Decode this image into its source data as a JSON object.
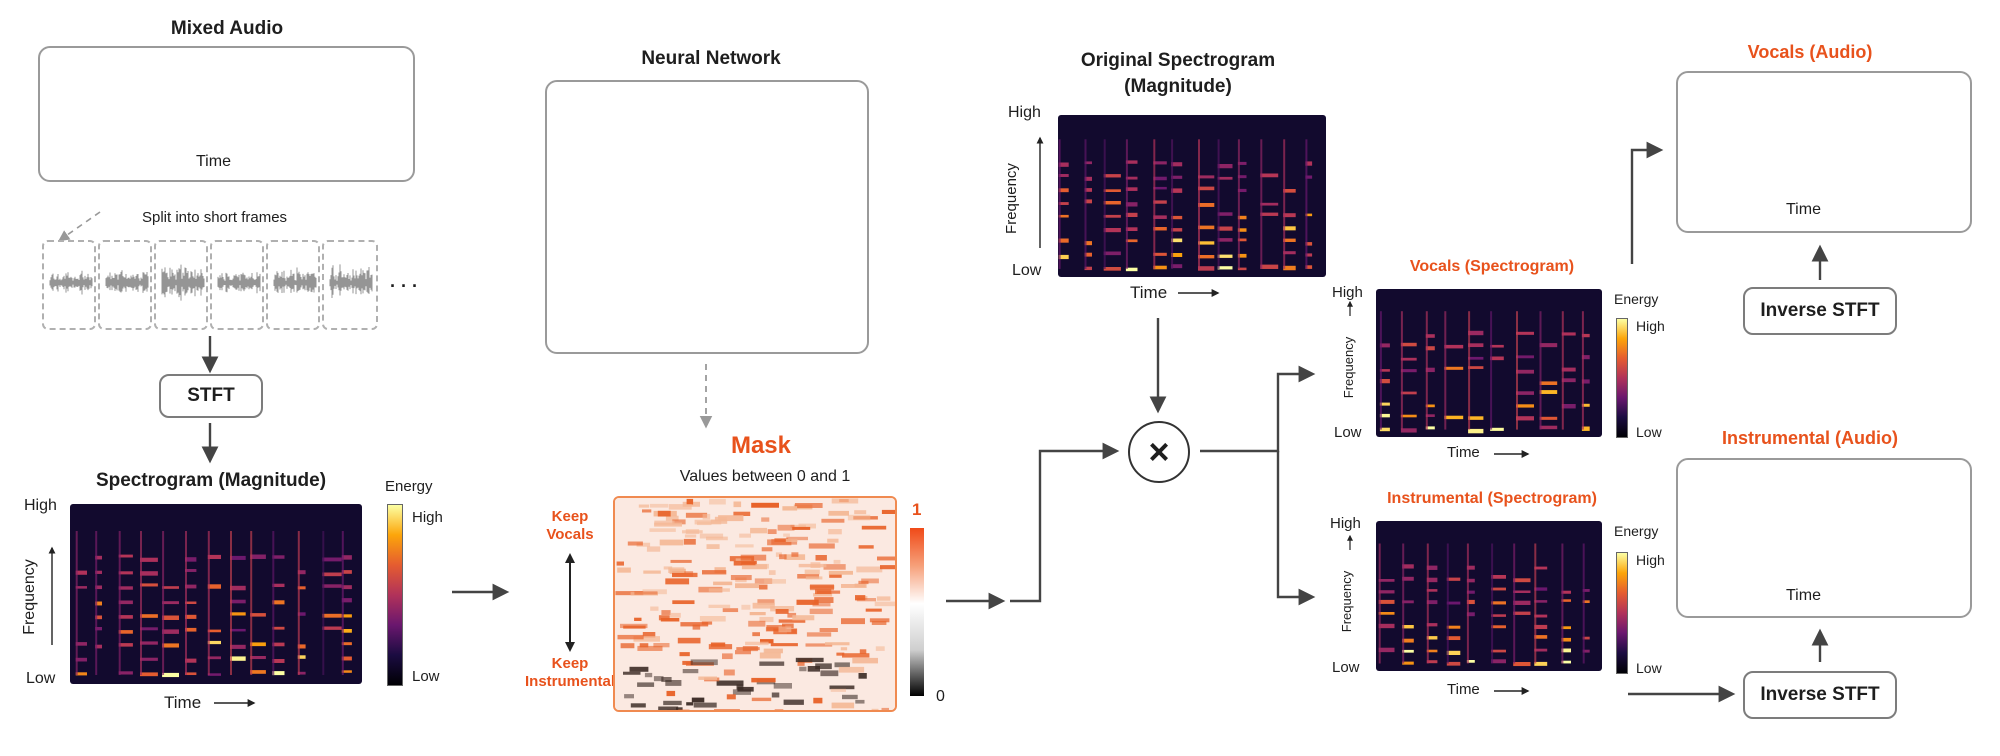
{
  "mixed_audio": {
    "title": "Mixed Audio",
    "time_label": "Time"
  },
  "frames": {
    "split_label": "Split into short frames",
    "ellipsis": "· · ·"
  },
  "stft": {
    "label": "STFT"
  },
  "input_spectrogram": {
    "title": "Spectrogram (Magnitude)",
    "y_high": "High",
    "y_low": "Low",
    "y_axis": "Frequency",
    "x_axis": "Time",
    "energy": "Energy",
    "energy_high": "High",
    "energy_low": "Low"
  },
  "neural_network": {
    "title": "Neural Network",
    "vdots": "⋮"
  },
  "mask": {
    "title": "Mask",
    "subtitle": "Values between 0 and 1",
    "keep_vocals": "Keep\nVocals",
    "keep_instrumental": "Keep\nInstrumental",
    "scale_max": "1",
    "scale_min": "0"
  },
  "original_spectrogram": {
    "title": "Original Spectrogram\n(Magnitude)",
    "y_high": "High",
    "y_low": "Low",
    "y_axis": "Frequency",
    "x_axis": "Time"
  },
  "multiply": {
    "symbol": "×"
  },
  "vocals_spectrogram": {
    "title": "Vocals (Spectrogram)",
    "y_high": "High",
    "y_low": "Low",
    "y_axis": "Frequency",
    "x_axis": "Time",
    "energy": "Energy",
    "energy_high": "High",
    "energy_low": "Low"
  },
  "instrumental_spectrogram": {
    "title": "Instrumental (Spectrogram)",
    "y_high": "High",
    "y_low": "Low",
    "y_axis": "Frequency",
    "x_axis": "Time",
    "energy": "Energy",
    "energy_high": "High",
    "energy_low": "Low"
  },
  "vocals_audio": {
    "title": "Vocals (Audio)",
    "time_label": "Time"
  },
  "instrumental_audio": {
    "title": "Instrumental (Audio)",
    "time_label": "Time"
  },
  "inverse_stft_top": {
    "label": "Inverse STFT"
  },
  "inverse_stft_bottom": {
    "label": "Inverse STFT"
  },
  "colors": {
    "accent": "#e8521c",
    "waveform_gray": "#555555",
    "frame_gray": "#8a8a8a",
    "neuron_input": "#b8b8b8",
    "neuron_output": "#f05a1e"
  }
}
